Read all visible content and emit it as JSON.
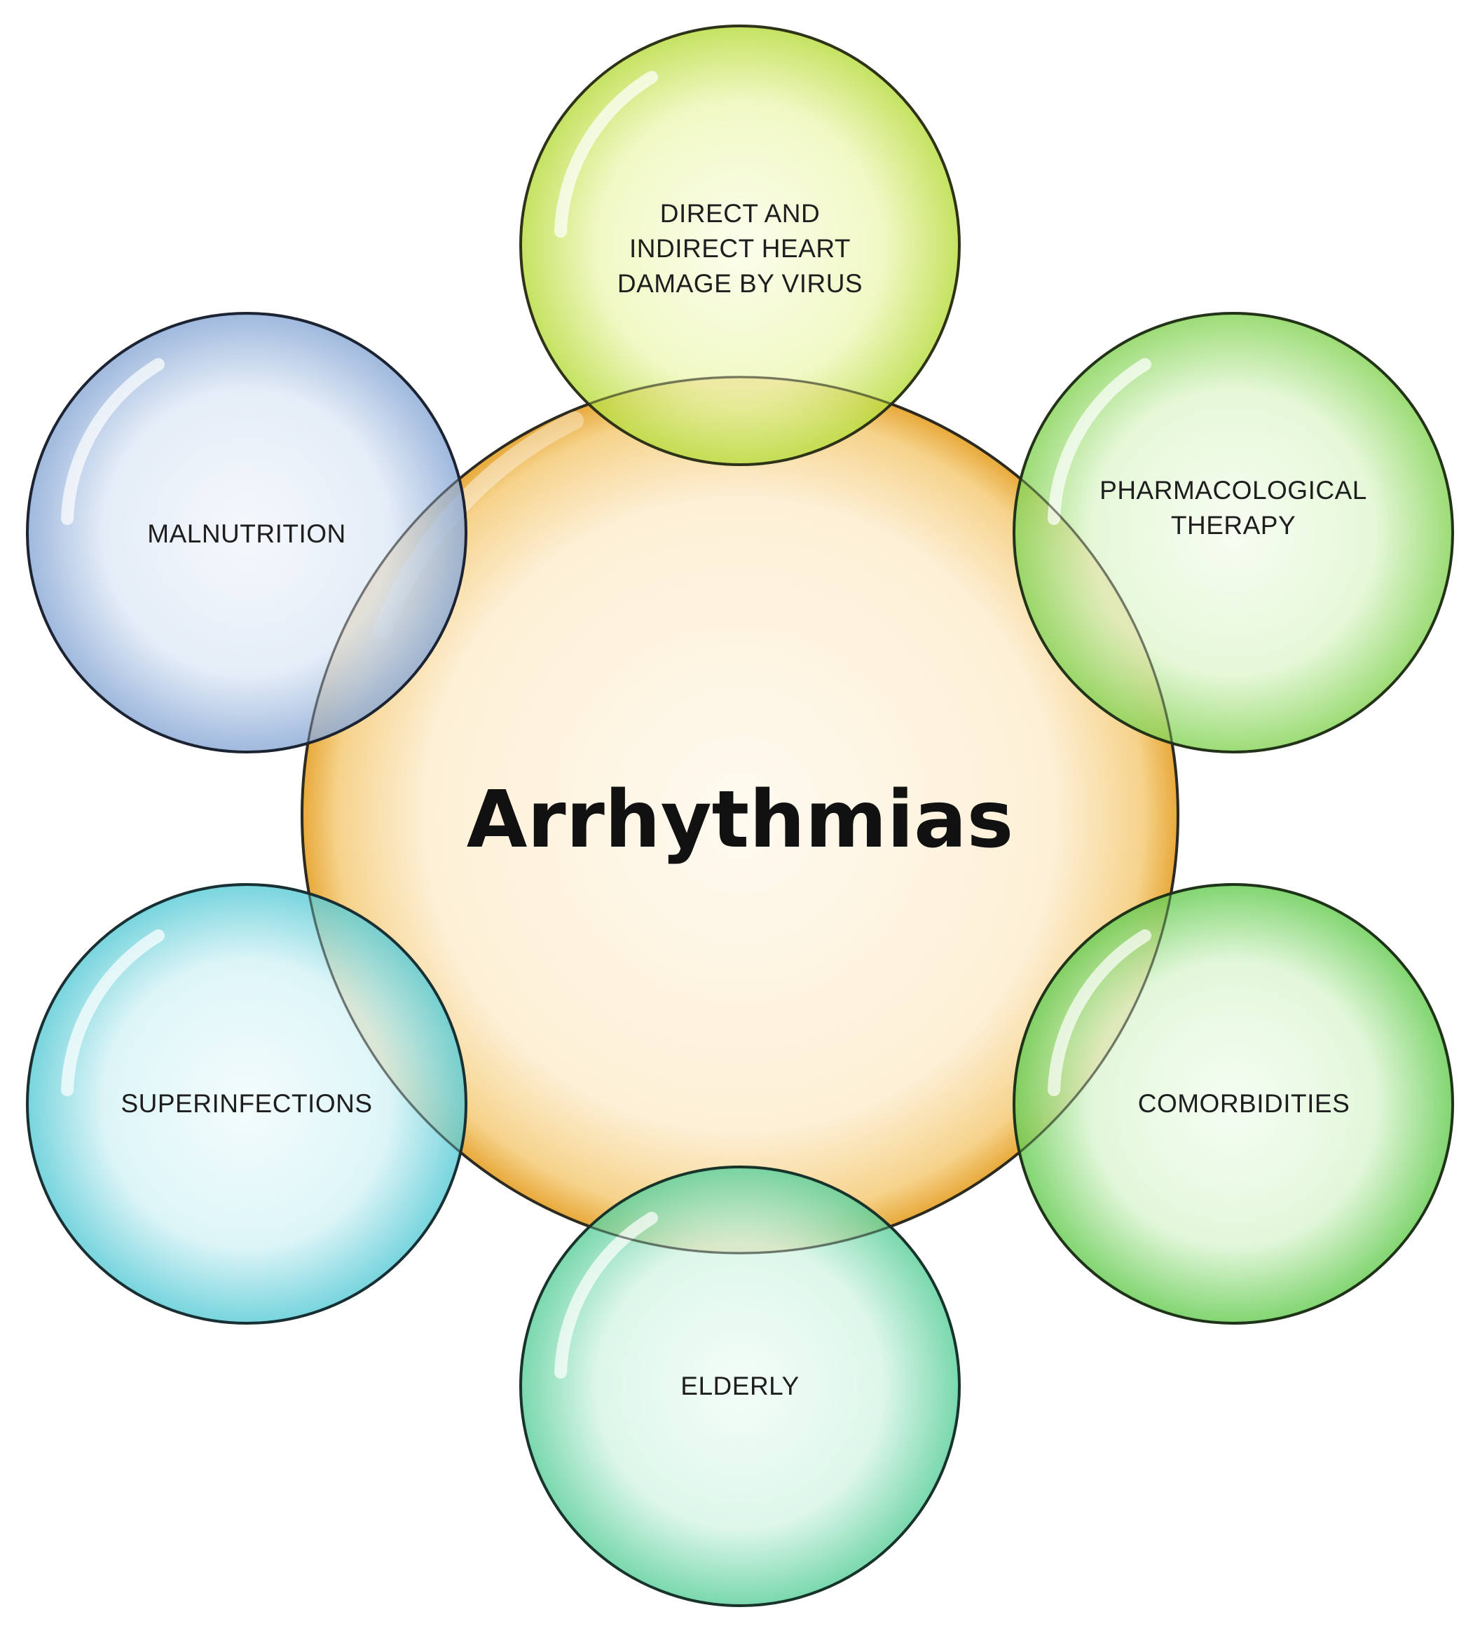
{
  "center": {
    "label": "Arrhythmias",
    "color": "#e8a93a"
  },
  "factors": [
    {
      "id": "virus",
      "lines": [
        "DIRECT AND",
        "INDIRECT HEART",
        "DAMAGE BY VIRUS"
      ],
      "color": "#a8cc2c"
    },
    {
      "id": "pharmacological",
      "lines": [
        "PHARMACOLOGICAL",
        "THERAPY"
      ],
      "color": "#6cc23a"
    },
    {
      "id": "comorbidities",
      "lines": [
        "COMORBIDITIES"
      ],
      "color": "#4cbb3c"
    },
    {
      "id": "elderly",
      "lines": [
        "ELDERLY"
      ],
      "color": "#48c28c"
    },
    {
      "id": "superinfections",
      "lines": [
        "SUPERINFECTIONS"
      ],
      "color": "#44bcc8"
    },
    {
      "id": "malnutrition",
      "lines": [
        "MALNUTRITION"
      ],
      "color": "#5f86bf"
    }
  ]
}
